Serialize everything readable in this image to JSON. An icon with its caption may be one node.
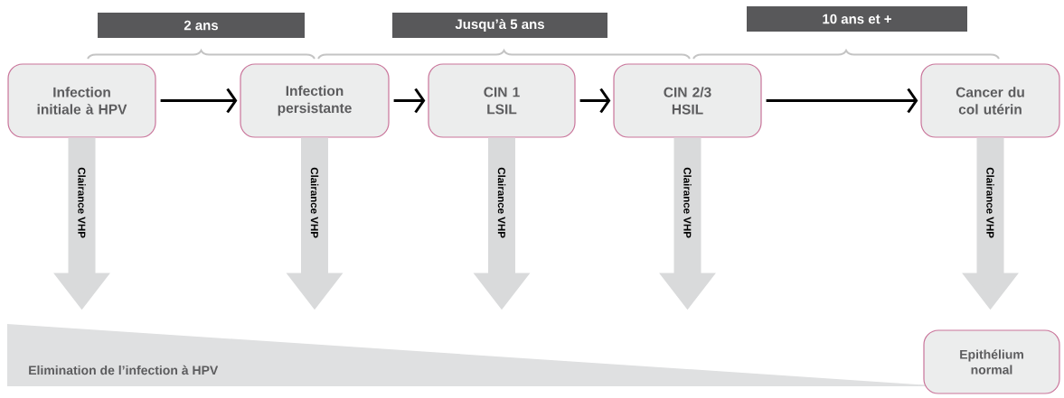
{
  "diagram": {
    "nodes": [
      {
        "text": [
          "Infection initiale à HPV"
        ]
      },
      {
        "text": [
          "Infection persistante"
        ]
      },
      {
        "text": [
          "CIN 1 LSIL"
        ]
      },
      {
        "text": [
          "CIN 2/3 HSIL"
        ]
      },
      {
        "text": [
          "Cancer du col utérin"
        ]
      },
      {
        "text": [
          "Elimination de l’infection à HPV"
        ]
      },
      {
        "text": [
          "Epithélium normal"
        ]
      }
    ],
    "edges": [
      {
        "from": 0,
        "to": 1,
        "arrow": "to",
        "color": "#000000"
      },
      {
        "from": 1,
        "to": 2,
        "arrow": "to",
        "color": "#000000"
      },
      {
        "from": 2,
        "to": 3,
        "arrow": "to",
        "color": "#000000"
      },
      {
        "from": 3,
        "to": 4,
        "arrow": "to",
        "color": "#000000"
      },
      {
        "from": 0,
        "to": null,
        "arrow": "to",
        "label": "Clairance VHP"
      },
      {
        "from": 1,
        "to": null,
        "arrow": "to",
        "label": "Clairance VHP"
      },
      {
        "from": 2,
        "to": null,
        "arrow": "to",
        "label": "Clairance VHP"
      },
      {
        "from": 3,
        "to": null,
        "arrow": "to",
        "label": "Clairance VHP"
      },
      {
        "from": 4,
        "to": null,
        "arrow": "to",
        "label": "Clairance VHP"
      }
    ],
    "labels": [
      "2 ans",
      "Jusqu’à 5 ans",
      "10 ans et +"
    ]
  }
}
